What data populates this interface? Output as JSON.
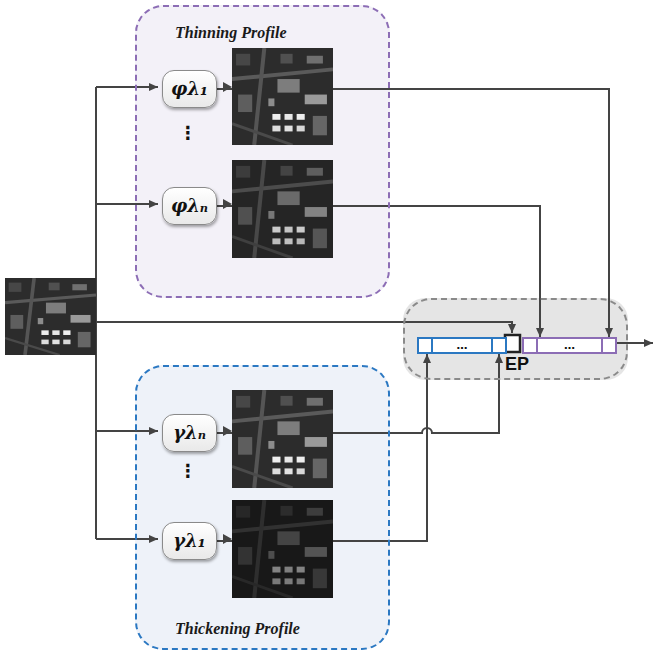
{
  "diagram": {
    "nodes": [
      {
        "text": [
          "Thinning Profile"
        ]
      },
      {
        "text": [
          "φλ₁"
        ],
        "in": 0
      },
      {
        "text": [
          "φλₙ"
        ],
        "in": 0
      },
      {
        "text": [
          "EP"
        ]
      },
      {
        "text": [
          "…"
        ],
        "in": 3
      },
      {
        "text": [
          "…"
        ],
        "in": 3
      },
      {
        "text": [
          "Thickening Profile"
        ]
      },
      {
        "text": [
          "γλₙ"
        ],
        "in": 6
      },
      {
        "text": [
          "γλ₁"
        ],
        "in": 6
      }
    ],
    "edges": [
      {
        "from": 1,
        "to": 5,
        "arrow": "to"
      },
      {
        "from": 2,
        "to": 5,
        "arrow": "to"
      },
      {
        "from": 7,
        "to": 4,
        "arrow": "to"
      },
      {
        "from": 8,
        "to": 4,
        "arrow": "to"
      }
    ],
    "labels": [
      "⋮",
      "⋮"
    ]
  }
}
